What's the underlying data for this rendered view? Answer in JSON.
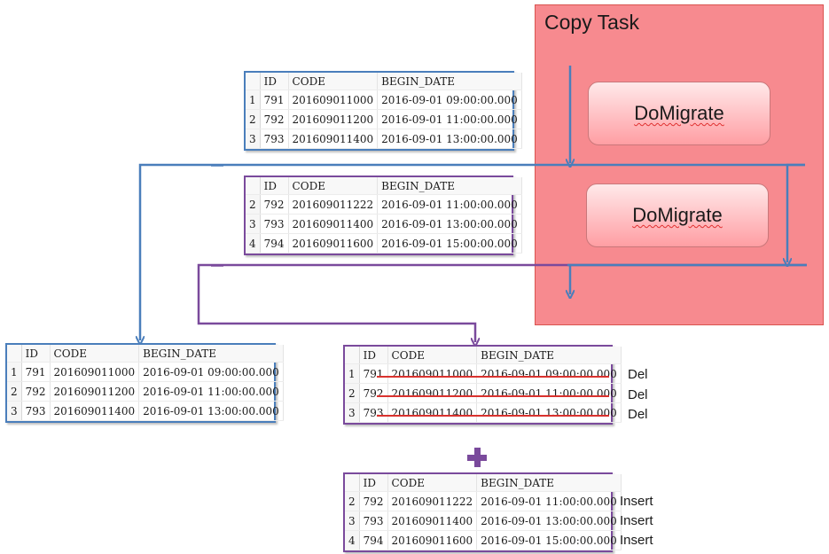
{
  "copy_task": {
    "title": "Copy Task",
    "steps": [
      "DoMigrate",
      "DoMigrate"
    ]
  },
  "columns": [
    "ID",
    "CODE",
    "BEGIN_DATE"
  ],
  "source_tables": [
    {
      "rows": [
        [
          "1",
          "791",
          "201609011000",
          "2016-09-01 09:00:00.000"
        ],
        [
          "2",
          "792",
          "201609011200",
          "2016-09-01 11:00:00.000"
        ],
        [
          "3",
          "793",
          "201609011400",
          "2016-09-01 13:00:00.000"
        ]
      ]
    },
    {
      "rows": [
        [
          "2",
          "792",
          "201609011222",
          "2016-09-01 11:00:00.000"
        ],
        [
          "3",
          "793",
          "201609011400",
          "2016-09-01 13:00:00.000"
        ],
        [
          "4",
          "794",
          "201609011600",
          "2016-09-01 15:00:00.000"
        ]
      ]
    }
  ],
  "result_tables": [
    {
      "rows": [
        [
          "1",
          "791",
          "201609011000",
          "2016-09-01 09:00:00.000"
        ],
        [
          "2",
          "792",
          "201609011200",
          "2016-09-01 11:00:00.000"
        ],
        [
          "3",
          "793",
          "201609011400",
          "2016-09-01 13:00:00.000"
        ]
      ]
    },
    {
      "rows": [
        [
          "1",
          "791",
          "201609011000",
          "2016-09-01 09:00:00.000"
        ],
        [
          "2",
          "792",
          "201609011200",
          "2016-09-01 11:00:00.000"
        ],
        [
          "3",
          "793",
          "201609011400",
          "2016-09-01 13:00:00.000"
        ]
      ],
      "row_labels": [
        "Del",
        "Del",
        "Del"
      ]
    },
    {
      "rows": [
        [
          "2",
          "792",
          "201609011222",
          "2016-09-01 11:00:00.000"
        ],
        [
          "3",
          "793",
          "201609011400",
          "2016-09-01 13:00:00.000"
        ],
        [
          "4",
          "794",
          "201609011600",
          "2016-09-01 15:00:00.000"
        ]
      ],
      "row_labels": [
        "Insert",
        "Insert",
        "Insert"
      ]
    }
  ],
  "colors": {
    "blue": "#4a7ebb",
    "purple": "#7a4a9c",
    "copy_task_bg": "#f78a8f",
    "strike": "#d9322e"
  }
}
